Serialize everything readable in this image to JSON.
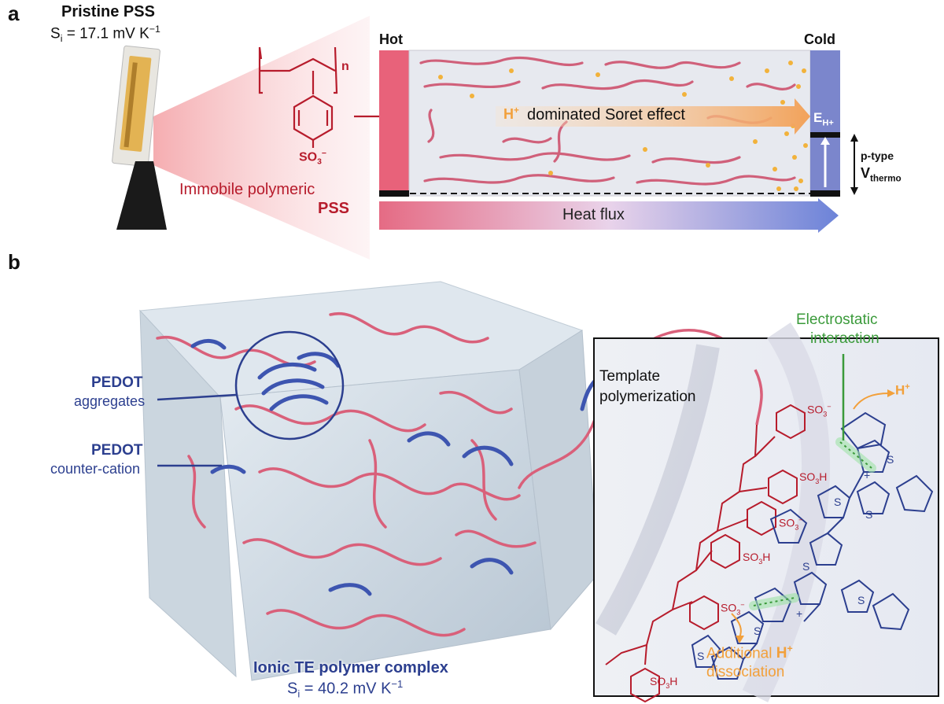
{
  "panel_a": {
    "letter": "a",
    "pristine_title": "Pristine PSS",
    "pristine_si_prefix": "S",
    "pristine_si_sub": "i",
    "pristine_si_value": " = 17.1 mV K",
    "pristine_si_sup": "−1",
    "monomer_subscript": "n",
    "sulfonate_group": "SO",
    "sulfonate_sub": "3",
    "sulfonate_sup": "−",
    "immobile_line1": "Immobile polymeric",
    "immobile_line2": "PSS",
    "hot_label": "Hot",
    "cold_label": "Cold",
    "proton": "H",
    "proton_sup": "+",
    "soret_label": "dominated Soret effect",
    "eh_label": "E",
    "eh_sub": "H+",
    "ptype_label": "p-type",
    "vthermo_label": "V",
    "vthermo_sub": "thermo",
    "heat_flux_label": "Heat flux"
  },
  "panel_b": {
    "letter": "b",
    "pedot_aggregates_title": "PEDOT",
    "pedot_aggregates_sub": "aggregates",
    "pedot_counter_title": "PEDOT",
    "pedot_counter_sub": "counter-cation",
    "complex_title": "Ionic TE polymer complex",
    "complex_si_prefix": "S",
    "complex_si_sub": "i",
    "complex_si_value": " = 40.2 mV K",
    "complex_si_sup": "−1",
    "electrostatic_line1": "Electrostatic",
    "electrostatic_line2": "interaction",
    "template_line1": "Template",
    "template_line2": "polymerization",
    "proton_top": "H",
    "proton_top_sup": "+",
    "additional_line1": "Additional",
    "additional_proton": "H",
    "additional_proton_sup": "+",
    "dissociation": "dissociation",
    "so3_minus_1": "SO",
    "so3h_1": "SO",
    "so3_minus_2": "SO",
    "so3h_2": "SO",
    "so3_minus_3": "SO",
    "so3h_3": "SO",
    "sub_3": "3",
    "minus": "−",
    "h_suffix": "H",
    "thiophene_s": "S",
    "plus_sign": "+"
  },
  "colors": {
    "pss_red": "#b71c2c",
    "pedot_blue": "#2c3f8f",
    "electrostatic_green": "#3a9a3a",
    "proton_orange": "#f2a03b",
    "hot_pink": "#e8627a",
    "cold_blue": "#7b86cc"
  }
}
